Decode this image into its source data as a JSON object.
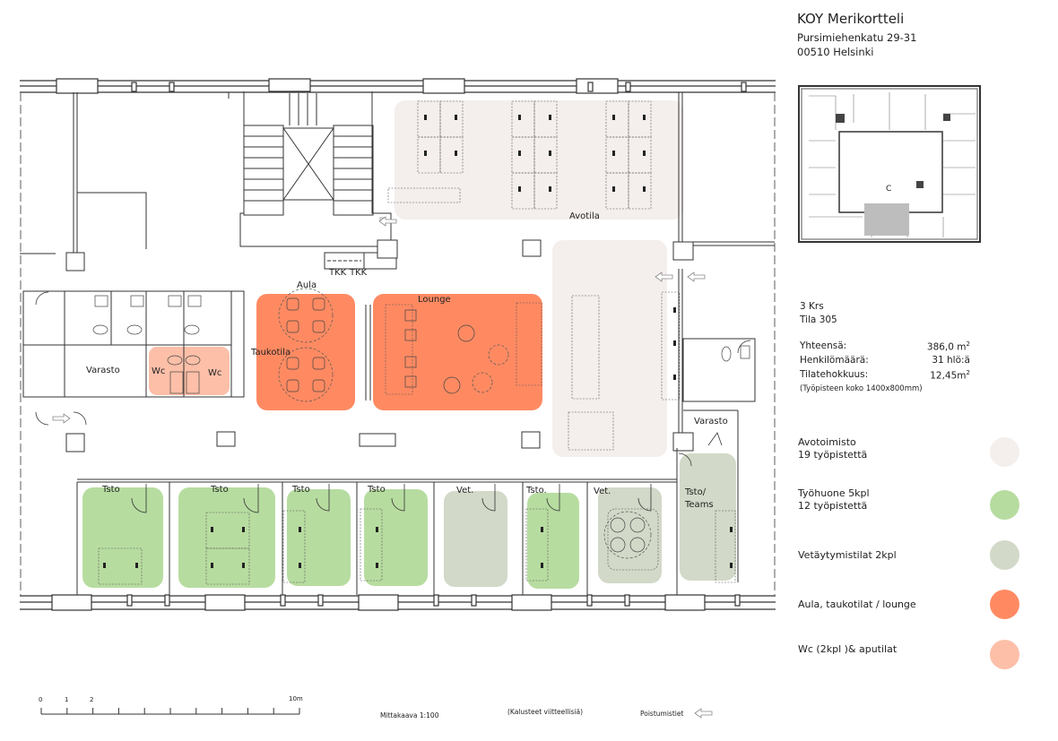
{
  "header": {
    "title": "KOY Merikortteli",
    "address_line1": "Pursimiehenkatu 29-31",
    "address_line2": "00510 Helsinki"
  },
  "key_map": {
    "block_label": "C"
  },
  "info": {
    "floor": "3 Krs",
    "space": "Tila 305",
    "stats": [
      {
        "label": "Yhteensä:",
        "value": "386,0 m",
        "sup": "2"
      },
      {
        "label": "Henkilömäärä:",
        "value": "31 hlö:ä",
        "sup": ""
      },
      {
        "label": "Tilatehokkuus:",
        "value": "12,45m",
        "sup": "2"
      }
    ],
    "note": "(Työpisteen koko 1400x800mm)"
  },
  "legend": [
    {
      "line1": "Avotoimisto",
      "line2": "19 työpistettä",
      "color": "#f4efec"
    },
    {
      "line1": "Työhuone 5kpl",
      "line2": "12 työpistettä",
      "color": "#b7dca0"
    },
    {
      "line1": "Vetäytymistilat 2kpl",
      "line2": "",
      "color": "#d2d9c8"
    },
    {
      "line1": "Aula, taukotilat / lounge",
      "line2": "",
      "color": "#ff8a62"
    },
    {
      "line1": "Wc (2kpl )& aputilat",
      "line2": "",
      "color": "#fdbfa8"
    }
  ],
  "plan": {
    "rooms": {
      "aula": "Aula",
      "lounge": "Lounge",
      "taukotila": "Taukotila",
      "avotila": "Avotila",
      "varasto_left": "Varasto",
      "wc_left": "Wc",
      "wc_right": "Wc",
      "varasto_right": "Varasto",
      "tsto_1": "Tsto",
      "tsto_2": "Tsto",
      "tsto_3": "Tsto",
      "tsto_4": "Tsto",
      "vet_1": "Vet.",
      "tsto_5": "Tsto.",
      "vet_2": "Vet.",
      "tsto_teams_1": "Tsto/",
      "tsto_teams_2": "Teams"
    },
    "small_tags": [
      "TKK",
      "TKK"
    ]
  },
  "footer": {
    "scale_ticks": [
      "0",
      "1",
      "2",
      "10m"
    ],
    "scale_text": "Mittakaava 1:100",
    "furniture_note": "(Kalusteet viitteellisiä)",
    "exit_label": "Poistumistiet"
  }
}
